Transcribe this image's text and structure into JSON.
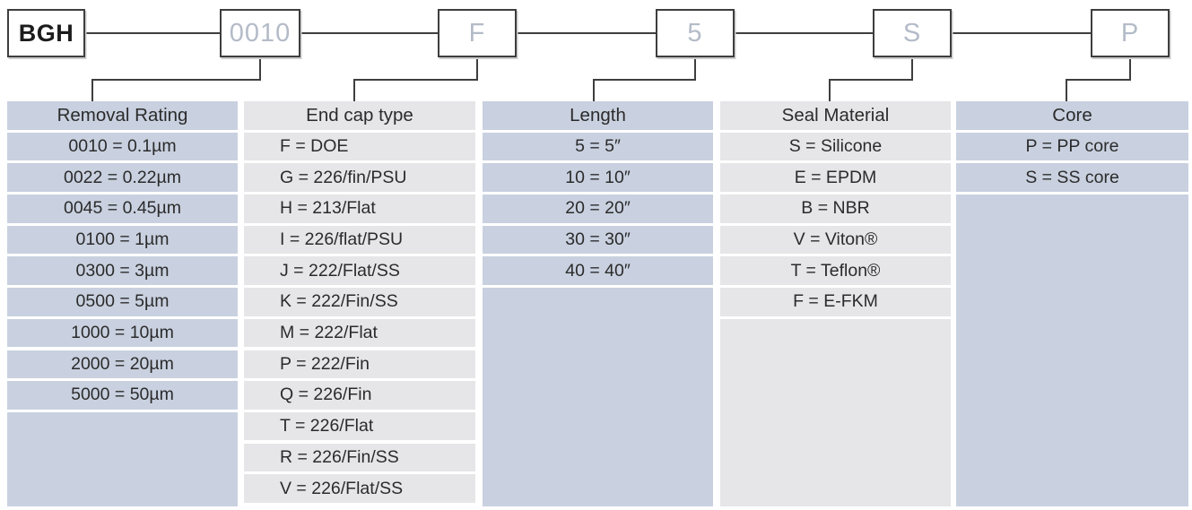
{
  "colors": {
    "blue_cell": "#c9d1e0",
    "gray_cell": "#e6e6e8",
    "line": "#3e3e3e",
    "code_text": "#b4bbc8",
    "brand_text": "#1c1c1c",
    "cell_text": "#2b2b2b"
  },
  "code_boxes": [
    {
      "label": "BGH"
    },
    {
      "label": "0010"
    },
    {
      "label": "F"
    },
    {
      "label": "5"
    },
    {
      "label": "S"
    },
    {
      "label": "P"
    }
  ],
  "columns": [
    {
      "header": "Removal Rating",
      "rows": [
        "0010 = 0.1µm",
        "0022 = 0.22µm",
        "0045 = 0.45µm",
        "0100 = 1µm",
        "0300 = 3µm",
        "0500 = 5µm",
        "1000 = 10µm",
        "2000 = 20µm",
        "5000 = 50µm"
      ]
    },
    {
      "header": "End cap type",
      "rows": [
        "F = DOE",
        "G = 226/fin/PSU",
        "H = 213/Flat",
        "I = 226/flat/PSU",
        "J = 222/Flat/SS",
        "K = 222/Fin/SS",
        "M = 222/Flat",
        "P = 222/Fin",
        "Q = 226/Fin",
        "T = 226/Flat",
        "R = 226/Fin/SS",
        "V = 226/Flat/SS"
      ]
    },
    {
      "header": "Length",
      "rows": [
        "5 = 5″",
        "10 = 10″",
        "20 = 20″",
        "30 = 30″",
        "40 = 40″"
      ]
    },
    {
      "header": "Seal Material",
      "rows": [
        "S = Silicone",
        "E = EPDM",
        "B = NBR",
        "V = Viton®",
        "T = Teflon®",
        "F = E-FKM"
      ]
    },
    {
      "header": "Core",
      "rows": [
        "P = PP core",
        "S = SS core"
      ]
    }
  ]
}
